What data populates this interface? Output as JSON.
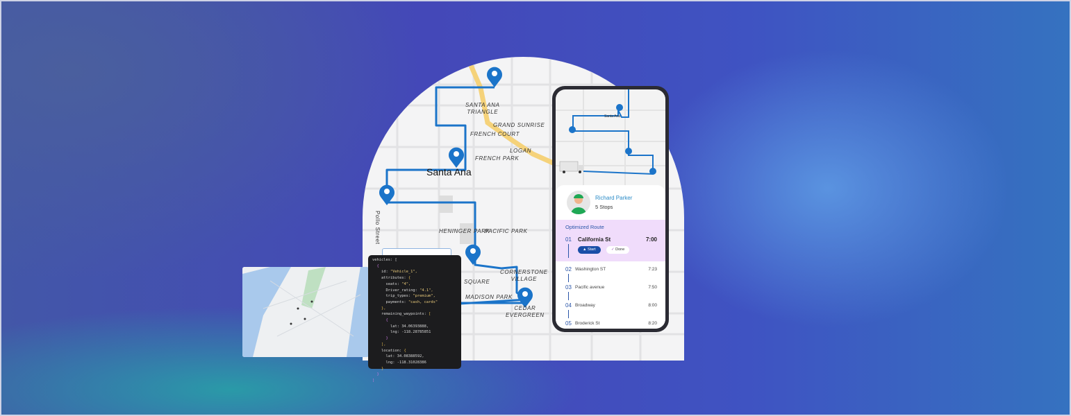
{
  "map": {
    "city": "Santa Ana",
    "labels": [
      "SANTA ANA\nTRIANGLE",
      "FRENCH COURT",
      "GRAND SUNRISE",
      "LOGAN",
      "FRENCH PARK",
      "HENINGER PARK",
      "PACIFIC PARK",
      "CORNERSTONE\nVILLAGE",
      "MADISON PARK",
      "CEDAR\nEVERGREEN",
      "SQUARE"
    ],
    "street": "Pollo Street",
    "route_color": "#1b74c9",
    "highway_color": "#f5d27a"
  },
  "code": {
    "lines": [
      [
        "k",
        "vehicles: ["
      ],
      [
        "p",
        "  {"
      ],
      [
        "k",
        "    id: ",
        "s",
        "\"Vehicle_1\","
      ],
      [
        "k",
        "    attributes: ",
        "b",
        "{"
      ],
      [
        "k",
        "      seats: ",
        "s",
        "\"4\","
      ],
      [
        "k",
        "      Driver_rating: ",
        "s",
        "\"4.1\","
      ],
      [
        "k",
        "      trip_types: ",
        "s",
        "\"premium\","
      ],
      [
        "k",
        "      payments: ",
        "s",
        "\"cash, cards\""
      ],
      [
        "b",
        "    },"
      ],
      [
        "k",
        "    remaining_waypoints: ",
        "b",
        "["
      ],
      [
        "p",
        "      {"
      ],
      [
        "k",
        "        lat: 34.06393888,"
      ],
      [
        "k",
        "        lng: -118.28785851"
      ],
      [
        "p",
        "      }"
      ],
      [
        "b",
        "    ],"
      ],
      [
        "k",
        "    location: ",
        "b",
        "{"
      ],
      [
        "k",
        "      lat: 34.08388592,"
      ],
      [
        "k",
        "      lng: -118.31028386"
      ],
      [
        "b",
        "    }"
      ],
      [
        "p",
        "  }"
      ],
      [
        "p",
        "]"
      ]
    ]
  },
  "phone": {
    "map_label": "Santa Ana",
    "driver_name": "Richard Parker",
    "stops_count": "5 Stops",
    "section_title": "Optimized Route",
    "start_label": "Start",
    "done_label": "Done",
    "stops": [
      {
        "num": "01",
        "street": "California St",
        "time": "7:00"
      },
      {
        "num": "02",
        "street": "Washington ST",
        "time": "7:23"
      },
      {
        "num": "03",
        "street": "Pacific avenue",
        "time": "7:50"
      },
      {
        "num": "04",
        "street": "Broadway",
        "time": "8:00"
      },
      {
        "num": "05",
        "street": "Broderick St",
        "time": "8:20"
      }
    ],
    "active_bg": "#f0dcfb",
    "accent": "#1a4fa8"
  }
}
